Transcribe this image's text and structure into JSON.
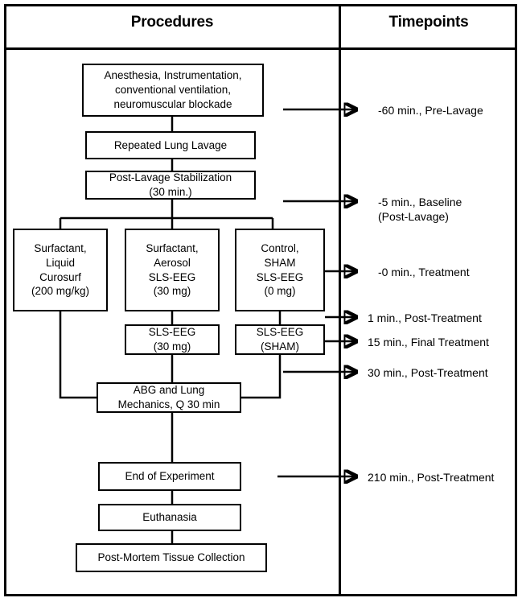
{
  "figure": {
    "type": "flowchart",
    "columns": [
      {
        "id": "procedures",
        "label": "Procedures"
      },
      {
        "id": "timepoints",
        "label": "Timepoints"
      }
    ]
  },
  "nodes": [
    {
      "id": "anesthesia",
      "text": "Anesthesia, Instrumentation,\nconventional ventilation,\nneuromuscular blockade"
    },
    {
      "id": "lavage",
      "text": "Repeated Lung Lavage"
    },
    {
      "id": "stabilization",
      "text": "Post-Lavage Stabilization\n(30 min.)"
    },
    {
      "id": "arm-liquid",
      "text": "Surfactant,\nLiquid\nCurosurf\n(200 mg/kg)"
    },
    {
      "id": "arm-aerosol",
      "text": "Surfactant,\nAerosol\nSLS-EEG\n(30 mg)"
    },
    {
      "id": "arm-control",
      "text": "Control,\nSHAM\nSLS-EEG\n(0 mg)"
    },
    {
      "id": "slseeg-30mg",
      "text": "SLS-EEG\n(30 mg)"
    },
    {
      "id": "slseeg-sham",
      "text": "SLS-EEG\n(SHAM)"
    },
    {
      "id": "abg",
      "text": "ABG and Lung\nMechanics, Q 30 min"
    },
    {
      "id": "end-experiment",
      "text": "End of Experiment"
    },
    {
      "id": "euthanasia",
      "text": "Euthanasia"
    },
    {
      "id": "postmortem",
      "text": "Post-Mortem Tissue Collection"
    }
  ],
  "timepoints": [
    {
      "id": "tp-60",
      "text": "-60 min., Pre-Lavage"
    },
    {
      "id": "tp-5",
      "text": "-5 min., Baseline\n(Post-Lavage)"
    },
    {
      "id": "tp-0",
      "text": "-0 min., Treatment"
    },
    {
      "id": "tp-1",
      "text": "1 min., Post-Treatment"
    },
    {
      "id": "tp-15",
      "text": "15 min., Final Treatment"
    },
    {
      "id": "tp-30",
      "text": "30 min., Post-Treatment"
    },
    {
      "id": "tp-210",
      "text": "210 min., Post-Treatment"
    }
  ],
  "style": {
    "line_color": "#000000",
    "background": "#ffffff"
  }
}
